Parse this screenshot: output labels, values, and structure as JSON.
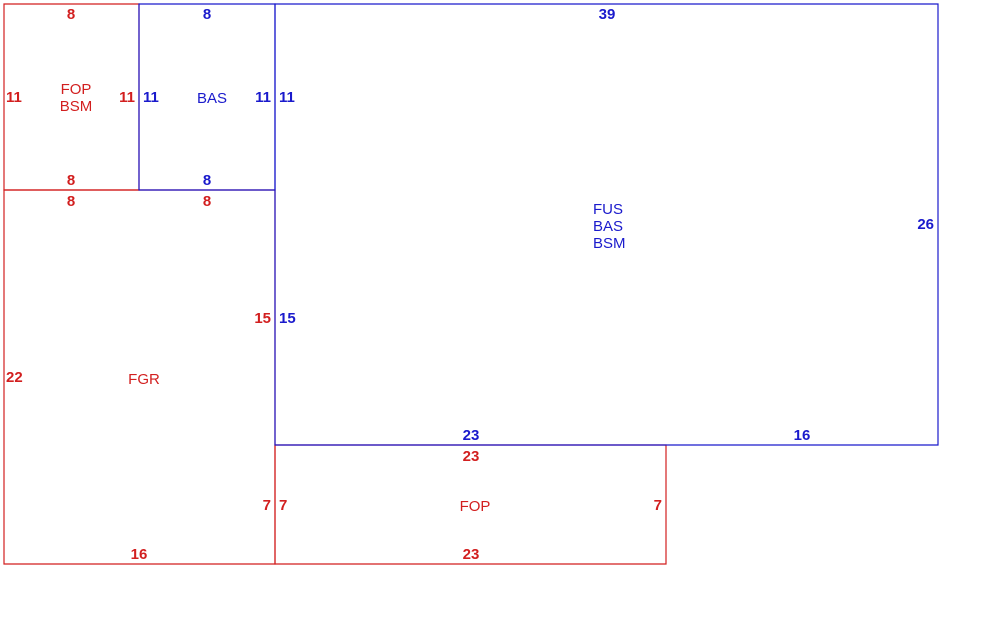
{
  "colors": {
    "red": "#d21f1f",
    "blue": "#1a1acc",
    "background": "#ffffff"
  },
  "areas": [
    {
      "id": "fop-bsm",
      "color": "red",
      "codes": [
        "FOP",
        "BSM"
      ],
      "dims": [
        "8",
        "11",
        "8",
        "11"
      ]
    },
    {
      "id": "bas",
      "color": "blue",
      "codes": [
        "BAS"
      ],
      "dims": [
        "8",
        "11",
        "8",
        "11"
      ]
    },
    {
      "id": "fus-bas-bsm",
      "color": "blue",
      "codes": [
        "FUS",
        "BAS",
        "BSM"
      ],
      "dims": [
        "39",
        "11",
        "26",
        "15",
        "23",
        "16"
      ]
    },
    {
      "id": "fgr",
      "color": "red",
      "codes": [
        "FGR"
      ],
      "dims": [
        "8",
        "8",
        "22",
        "15",
        "7",
        "16"
      ]
    },
    {
      "id": "fop",
      "color": "red",
      "codes": [
        "FOP"
      ],
      "dims": [
        "23",
        "7",
        "7",
        "23"
      ]
    }
  ]
}
